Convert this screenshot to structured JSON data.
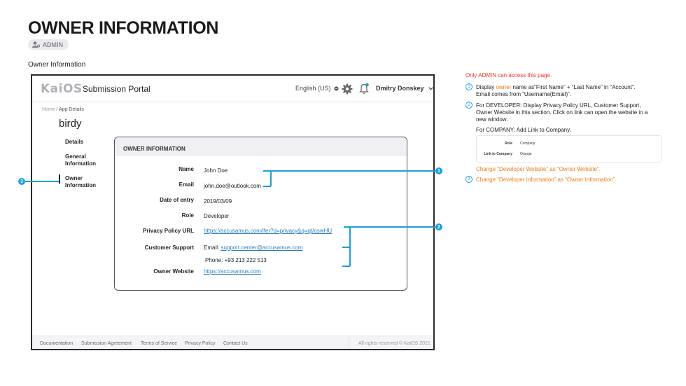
{
  "page": {
    "title": "OWNER INFORMATION",
    "role_badge": "ADMIN",
    "section_caption": "Owner Information"
  },
  "portal": {
    "logo": "KaiOS",
    "name": "Submission Portal",
    "language": "English (US)",
    "user_name": "Dmitry Donskey",
    "breadcrumb_home": "Home",
    "breadcrumb_current": " / App Details",
    "app_name": "birdy",
    "nav": [
      {
        "label_line1": "Details",
        "label_line2": ""
      },
      {
        "label_line1": "General",
        "label_line2": "Information"
      },
      {
        "label_line1": "Owner",
        "label_line2": "Information"
      }
    ]
  },
  "card": {
    "header": "OWNER INFORMATION",
    "rows": {
      "name": {
        "label": "Name",
        "value": "John Doe"
      },
      "email": {
        "label": "Email",
        "value": "john.doe@outlook.com"
      },
      "date_of_entry": {
        "label": "Date of entry",
        "value": "2019/03/09"
      },
      "role": {
        "label": "Role",
        "value": "Developer"
      },
      "privacy_policy": {
        "label": "Privacy Policy URL",
        "value": "https://accusamus.com/ifer?d=privacy&q=qt/oswHU"
      },
      "support": {
        "label": "Customer Support",
        "email_prefix": "Email: ",
        "email": "support.center@accusamus.com",
        "phone": "Phone: +93 213 222 513"
      },
      "owner_website": {
        "label": "Owner Website",
        "value": "https://accusamus.com"
      }
    }
  },
  "footer": {
    "links": [
      "Documentation",
      "Submission Agreement",
      "Terms of Service",
      "Privacy Policy",
      "Contact Us"
    ],
    "copyright": "All rights reserved © KaiOS  2021"
  },
  "annotations": {
    "badge1": "1",
    "badge2": "2",
    "badge3": "3"
  },
  "notes": {
    "admin_only": "Only ADMIN can access this page.",
    "n1_num": "1",
    "n1_line1_pre": "Display ",
    "n1_line1_highlight": "owner",
    "n1_line1_post": " name as“First Name” + “Last Name” in “Account”.",
    "n1_line2": "Email comes from “Username(Email)”.",
    "n2_num": "2",
    "n2_line1": "For DEVELOPER: Display Privacy Policy URL, Customer Support,",
    "n2_line2": "Owner Website in this section. Click on link can open the website in a",
    "n2_line3": "new window.",
    "n2_company": "For COMPANY: Add Link to Company.",
    "mini_table": {
      "role_label": "Role",
      "role_value": "Company",
      "link_label": "Link to Company",
      "link_value": "Orange"
    },
    "n2_change": "Change “Developer Website” as “Owner Website”.",
    "n3_num": "3",
    "n3_change": "Change “Developer Information” as “Owner Information”."
  },
  "colors": {
    "annotation_blue": "#1a9fdc",
    "link_blue": "#2a7fc1",
    "note_red": "#e8382f",
    "note_orange": "#ef7d16"
  }
}
